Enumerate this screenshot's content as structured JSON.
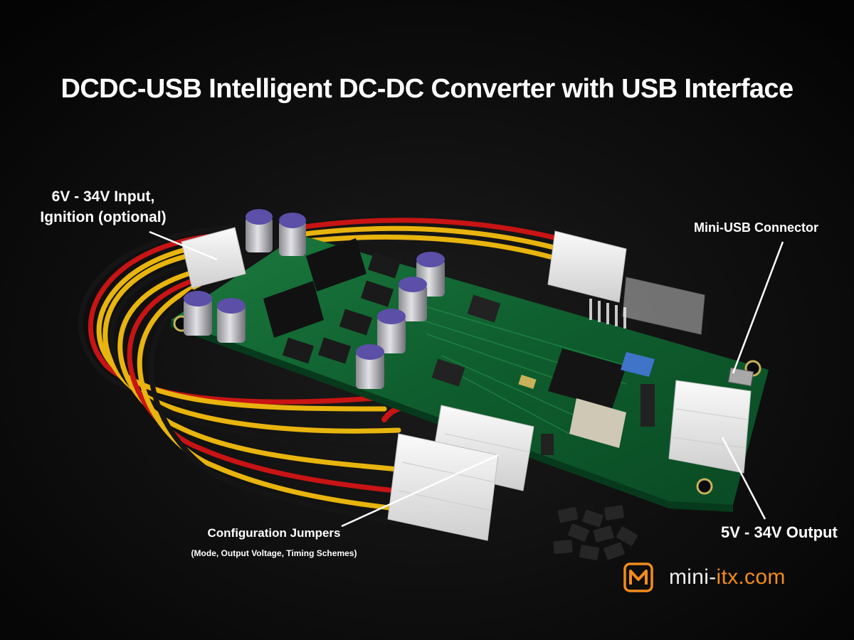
{
  "title": "DCDC-USB Intelligent DC-DC Converter with USB Interface",
  "labels": {
    "input_line1": "6V - 34V Input,",
    "input_line2": "Ignition (optional)",
    "mini_usb": "Mini-USB Connector",
    "output": "5V - 34V Output",
    "jumpers": "Configuration Jumpers",
    "jumpers_sub": "(Mode, Output Voltage, Timing Schemes)"
  },
  "brand": {
    "name_part1": "mini-",
    "name_part2": "itx.com",
    "icon": "m-logo-icon"
  },
  "colors": {
    "background": "#050505",
    "pcb": "#0e5a2c",
    "brand_orange": "#f28c1c",
    "wire_red": "#c81414",
    "wire_yellow": "#e8b40e",
    "wire_black": "#151515"
  }
}
